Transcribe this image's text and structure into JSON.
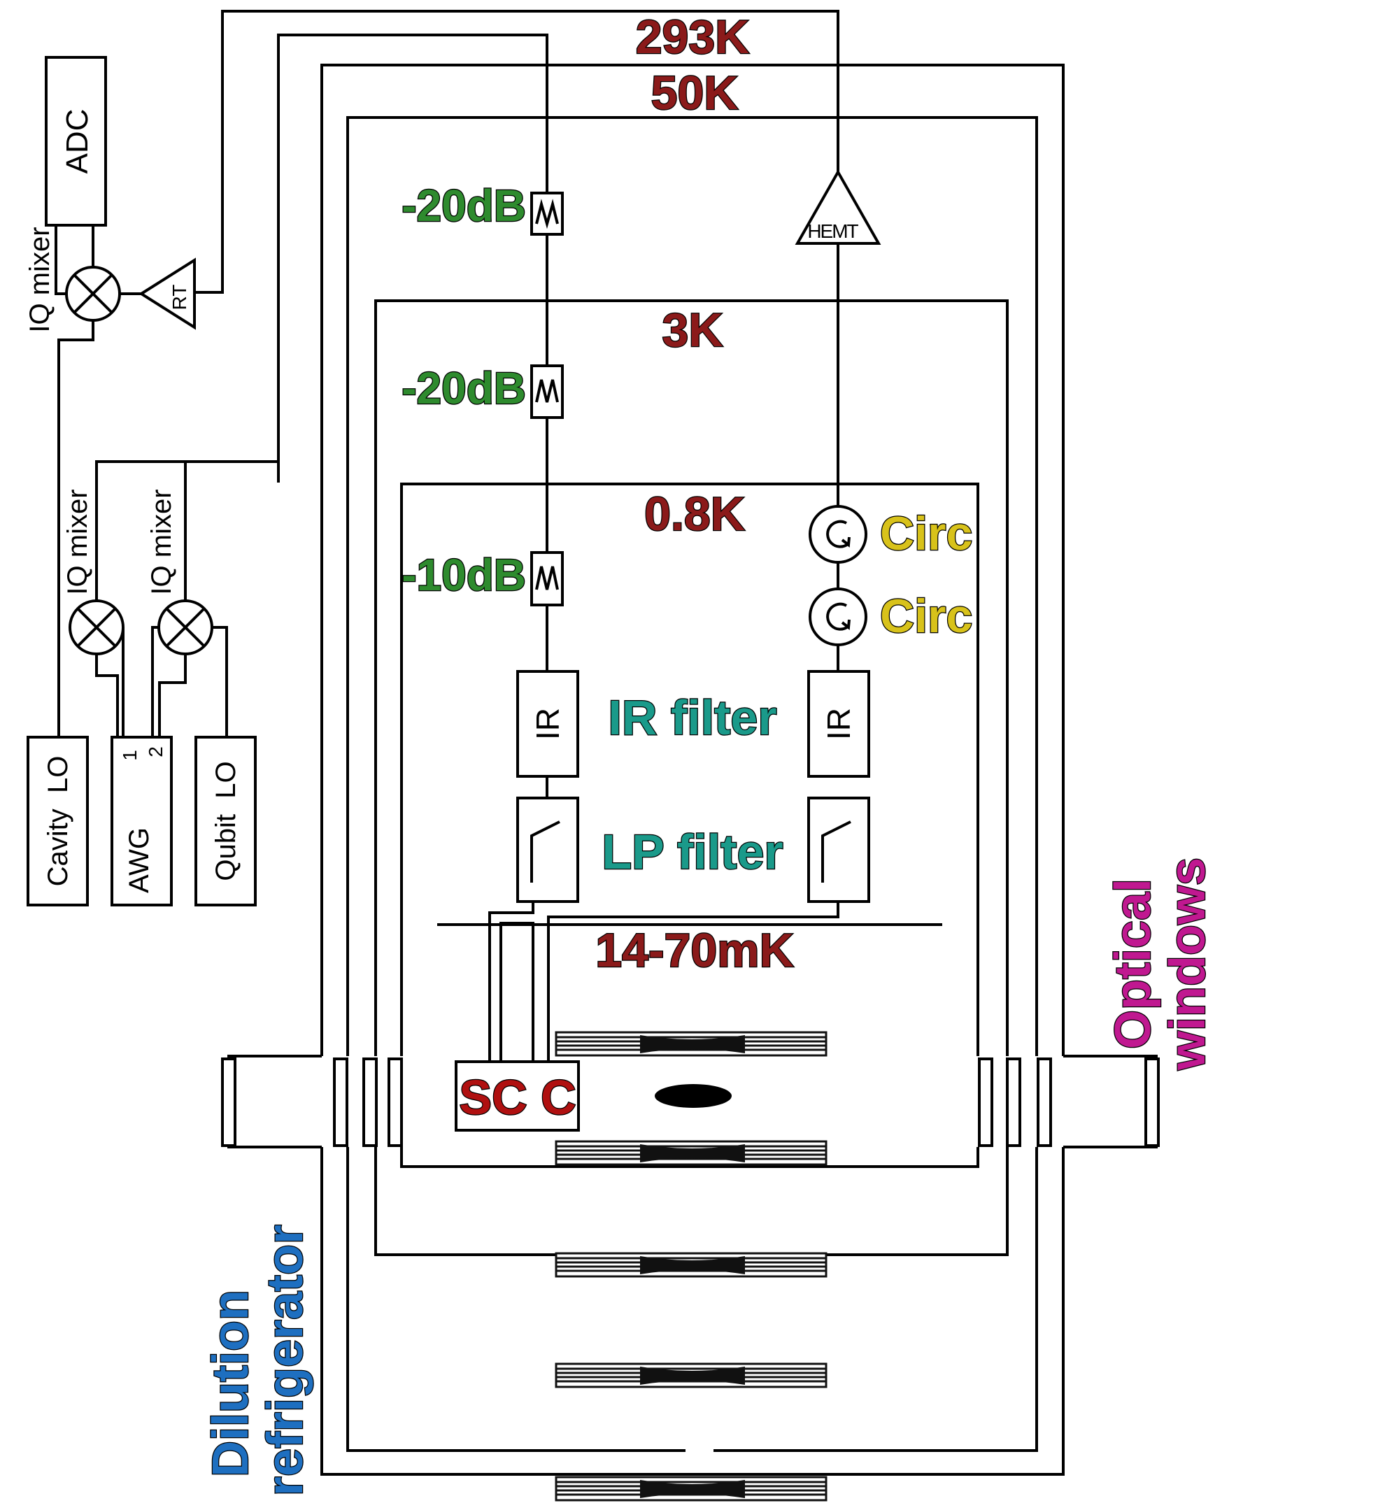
{
  "temperatures": {
    "t_room": "293K",
    "t_50k": "50K",
    "t_3k": "3K",
    "t_still": "0.8K",
    "t_mxc": "14-70mK"
  },
  "attenuators": {
    "att1": "-20dB",
    "att2": "-20dB",
    "att3": "-10dB"
  },
  "amplifiers": {
    "hemt": "HEMT",
    "rt": "RT"
  },
  "circulators": {
    "circ1": "Circ",
    "circ2": "Circ"
  },
  "filters": {
    "ir_label": "IR filter",
    "lp_label": "LP filter",
    "ir_box": "IR"
  },
  "sample": "SC C",
  "instruments": {
    "adc": "ADC",
    "cavity_lo": "Cavity  LO",
    "awg": "AWG",
    "qubit_lo": "Qubit  LO",
    "awg_port1": "1",
    "awg_port2": "2"
  },
  "mixers": {
    "mixer_readout": "IQ mixer",
    "mixer_cavity": "IQ mixer",
    "mixer_qubit": "IQ mixer"
  },
  "labels": {
    "optical_line1": "Optical",
    "optical_line2": "windows",
    "dil_line1": "Dilution",
    "dil_line2": "refrigerator"
  }
}
